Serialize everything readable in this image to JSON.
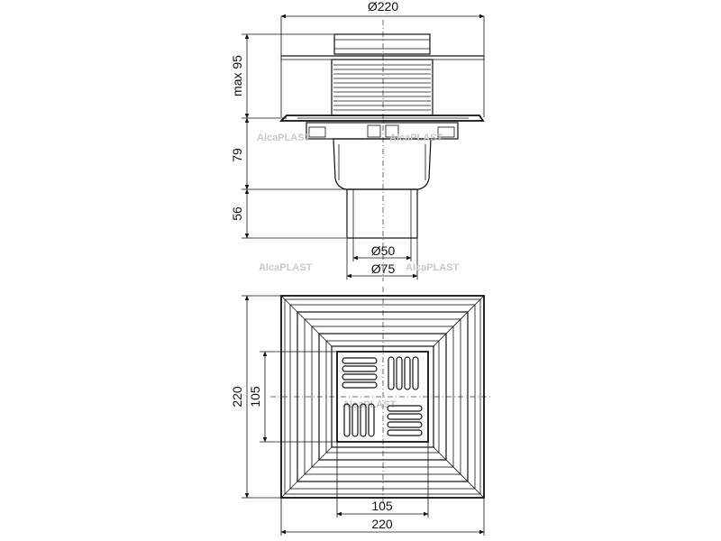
{
  "dimensions": {
    "top_diameter": "Ø220",
    "max_height": "max 95",
    "body_height": "79",
    "outlet_height": "56",
    "inner_outlet": "Ø50",
    "outer_outlet": "Ø75",
    "plan_height": "220",
    "grate_height": "105",
    "grate_width": "105",
    "plan_width": "220"
  },
  "watermarks": [
    "AlcaPLAST",
    "AlcaPLAST",
    "AlcaPLAST",
    "AlcaPLAST",
    "AlcaPLAST"
  ]
}
